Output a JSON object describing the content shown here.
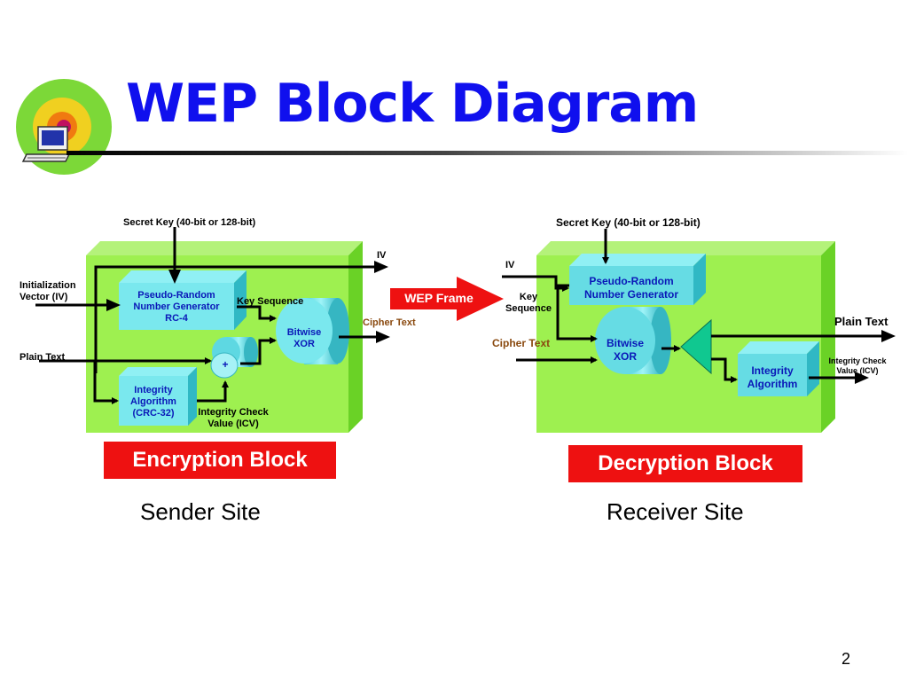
{
  "slide": {
    "title": "WEP Block Diagram",
    "page_number": "2"
  },
  "encryption": {
    "secret_key": "Secret Key (40-bit or 128-bit)",
    "iv_out": "IV",
    "iv_in": "Initialization\nVector (IV)",
    "plain_text": "Plain Text",
    "prng": "Pseudo-Random\nNumber Generator\nRC-4",
    "key_sequence": "Key Sequence",
    "xor": "Bitwise\nXOR",
    "concat": "+",
    "cipher_text": "Cipher Text",
    "integrity": "Integrity\nAlgorithm\n(CRC-32)",
    "icv": "Integrity Check\nValue (ICV)",
    "block_label": "Encryption Block",
    "site_label": "Sender Site"
  },
  "wep_frame": "WEP Frame",
  "decryption": {
    "secret_key": "Secret Key (40-bit or 128-bit)",
    "iv": "IV",
    "prng": "Pseudo-Random\nNumber Generator",
    "key_sequence": "Key\nSequence",
    "cipher_text": "Cipher Text",
    "xor": "Bitwise\nXOR",
    "plain_text": "Plain Text",
    "integrity": "Integrity\nAlgorithm",
    "icv": "Integrity Check\nValue (ICV)",
    "block_label": "Decryption Block",
    "site_label": "Receiver Site"
  }
}
